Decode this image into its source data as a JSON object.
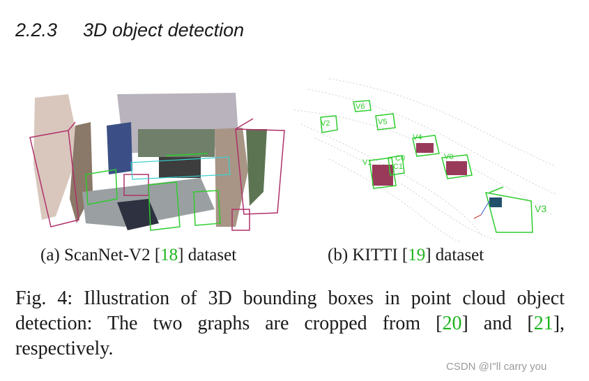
{
  "section": {
    "number": "2.2.3",
    "title": "3D object detection"
  },
  "figure": {
    "panel_a": {
      "prefix": "(a) ScanNet-V2 [",
      "ref": "18",
      "suffix": "] dataset"
    },
    "panel_b": {
      "prefix": "(b) KITTI [",
      "ref": "19",
      "suffix": "] dataset",
      "box_labels": [
        "V6",
        "V4",
        "V5",
        "V2",
        "C0",
        "C1",
        "V1",
        "V0",
        "V3"
      ]
    },
    "caption": {
      "part1": "Fig. 4: Illustration of 3D bounding boxes in point cloud object detection: The two graphs are cropped from [",
      "ref1": "20",
      "part2": "] and [",
      "ref2": "21",
      "part3": "], respectively."
    }
  },
  "watermark": "CSDN @I''ll  carry  you",
  "colors": {
    "citation": "#1db51d",
    "bbox_green": "#2ecc2e",
    "bbox_magenta": "#b0306a",
    "text": "#1a1a1a"
  }
}
